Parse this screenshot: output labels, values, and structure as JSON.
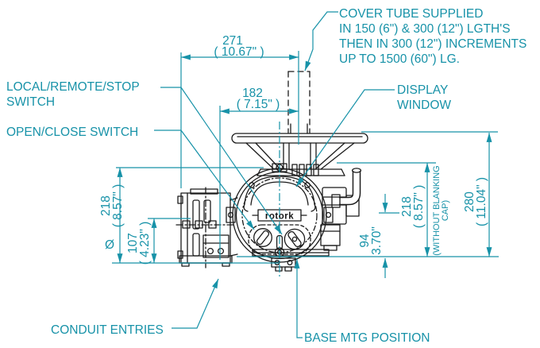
{
  "colors": {
    "accent": "#1792A8",
    "line": "#1B1B1B",
    "background": "#FFFFFF"
  },
  "callouts": {
    "cover_tube_line1": "COVER TUBE SUPPLIED",
    "cover_tube_line2": "IN 150 (6\") & 300 (12\") LGTH'S",
    "cover_tube_line3": "THEN IN 300 (12\") INCREMENTS",
    "cover_tube_line4": "UP TO 1500 (60\") LG.",
    "local_remote_stop_line1": "LOCAL/REMOTE/STOP",
    "local_remote_stop_line2": "SWITCH",
    "open_close": "OPEN/CLOSE SWITCH",
    "display_window_line1": "DISPLAY",
    "display_window_line2": "WINDOW",
    "conduit_entries": "CONDUIT ENTRIES",
    "base_mtg": "BASE MTG POSITION"
  },
  "dimensions": {
    "overall_width_mm": "271",
    "overall_width_in": "( 10.67\" )",
    "center_width_mm": "182",
    "center_width_in": "( 7.15\" )",
    "body_dia_symbol": "Ø",
    "body_dia_mm": "218",
    "body_dia_in": "( 8.57\" )",
    "conduit_height_mm": "107",
    "conduit_height_in": "( 4.23\" )",
    "right_height_mm": "218",
    "right_height_in": "( 8.57\" )",
    "right_height_note1": "(WITHOUT BLANKING",
    "right_height_note2": "CAP)",
    "overall_height_mm": "280",
    "overall_height_in": "( 11.04\" )",
    "base_height_mm": "94",
    "base_height_in": "3.70\""
  },
  "drawing": {
    "logo": "rotork"
  }
}
